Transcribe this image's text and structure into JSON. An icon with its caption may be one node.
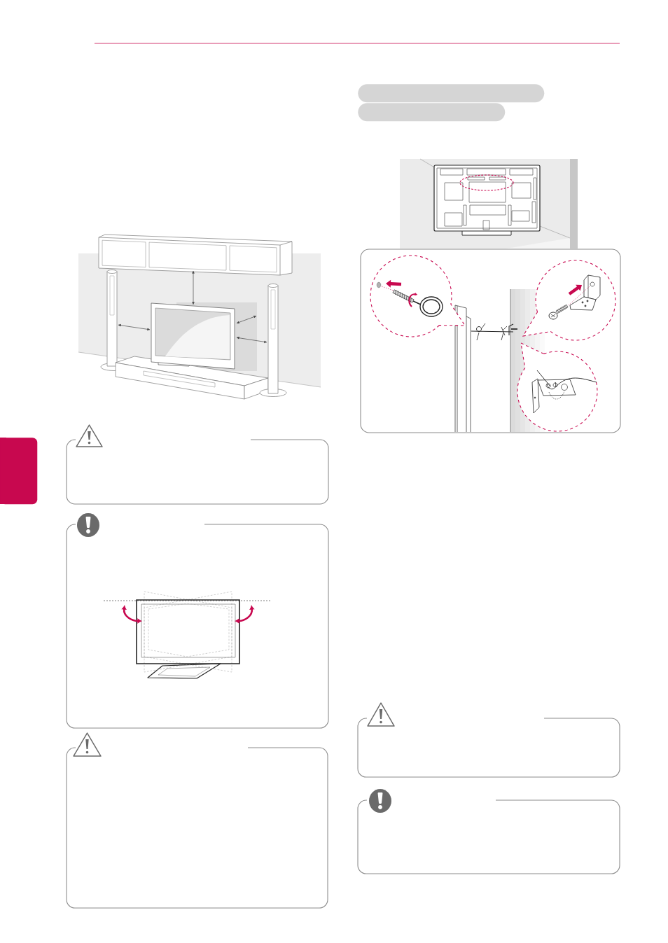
{
  "diagram": {
    "nodes": [
      {
        "text": [],
        "shape": "bar"
      },
      {
        "text": [],
        "shape": "box"
      },
      {
        "text": [],
        "shape": "box"
      },
      {
        "text": [],
        "shape": "box"
      },
      {
        "text": [],
        "shape": "bar"
      },
      {
        "text": [],
        "shape": "bar"
      },
      {
        "text": [],
        "shape": "box"
      },
      {
        "text": [],
        "shape": "circle",
        "in": 6
      },
      {
        "text": [],
        "shape": "circle",
        "in": 6
      },
      {
        "text": [],
        "shape": "circle",
        "in": 6
      },
      {
        "text": [],
        "shape": "box"
      },
      {
        "text": [],
        "shape": "box"
      }
    ]
  }
}
